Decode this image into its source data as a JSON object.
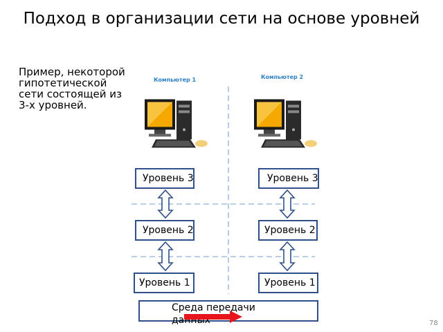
{
  "slide": {
    "title": "Подход в организации сети на основе уровней",
    "example_text": "Пример, некоторой гипотетической сети состоящей из 3-х уровней.",
    "page_number": "78"
  },
  "computers": [
    {
      "label": "Компьютер 1"
    },
    {
      "label": "Компьютер  2"
    }
  ],
  "left_stack": {
    "level3": "Уровень 3",
    "level2": "Уровень 2",
    "level1": "Уровень  1"
  },
  "right_stack": {
    "level3": "Уровень 3",
    "level2": "Уровень 2",
    "level1": "Уровень  1"
  },
  "medium": {
    "label": "Среда передачи данных"
  },
  "colors": {
    "box_border": "#2f4f8a",
    "dashed_line": "#8fb0d8",
    "arrow_fill": "#ffffff",
    "arrow_stroke": "#2f4f8a",
    "transfer_arrow": "#e8141b",
    "label_blue": "#2e80c8"
  }
}
